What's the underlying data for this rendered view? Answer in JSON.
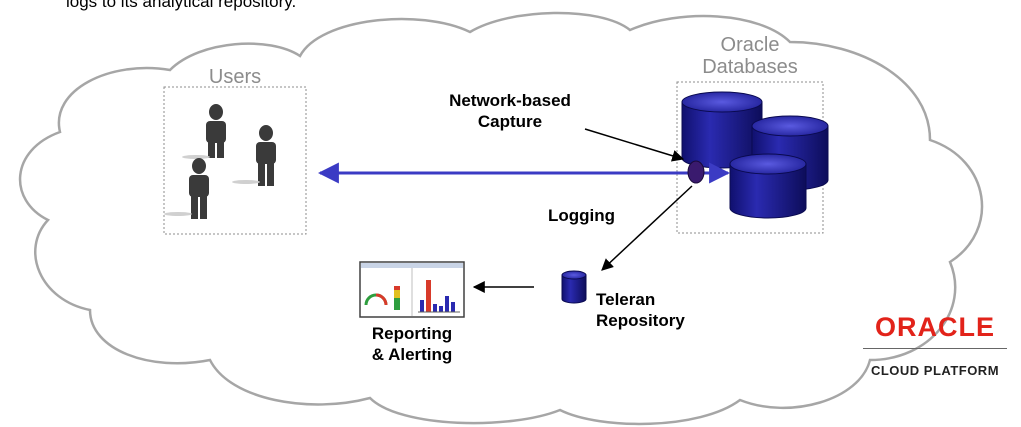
{
  "caption": "logs to its analytical repository.",
  "labels": {
    "users": "Users",
    "oracle_databases": [
      "Oracle",
      "Databases"
    ],
    "network_capture": [
      "Network-based",
      "Capture"
    ],
    "logging": "Logging",
    "teleran_repository": [
      "Teleran",
      "Repository"
    ],
    "reporting_alerting": [
      "Reporting",
      "& Alerting"
    ]
  },
  "logo": {
    "wordmark": "ORACLE",
    "subtitle": "CLOUD PLATFORM",
    "color": "#e2231a"
  },
  "colors": {
    "arrow": "#3b3bc4",
    "database": "#1c1c8c",
    "capture_point": "#3a1a6e",
    "cloud_stroke": "#a6a6a6",
    "muted_text": "#8c8c8c"
  }
}
